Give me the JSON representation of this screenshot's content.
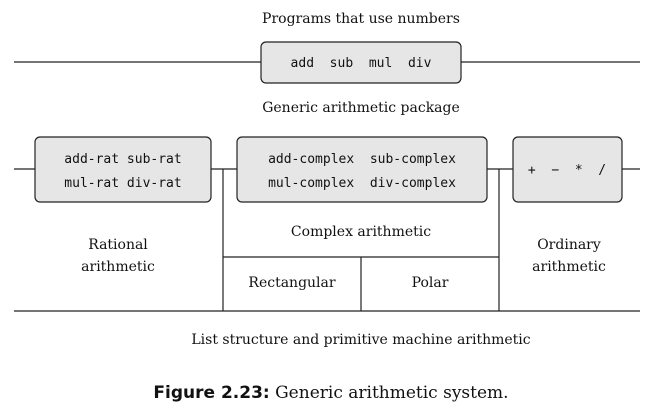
{
  "labels": {
    "programs": "Programs that use numbers",
    "generic_package": "Generic arithmetic package",
    "rational_line1": "Rational",
    "rational_line2": "arithmetic",
    "complex_arithmetic": "Complex arithmetic",
    "ordinary_line1": "Ordinary",
    "ordinary_line2": "arithmetic",
    "rectangular": "Rectangular",
    "polar": "Polar",
    "list_structure": "List structure and primitive machine arithmetic"
  },
  "boxes": {
    "generic_ops": "add  sub  mul  div",
    "rational_row1": "add-rat sub-rat",
    "rational_row2": "mul-rat div-rat",
    "complex_row1": "add-complex  sub-complex",
    "complex_row2": "mul-complex  div-complex",
    "ordinary_ops": "+  −  *  /"
  },
  "caption": {
    "label": "Figure 2.23:",
    "text": " Generic arithmetic system."
  }
}
